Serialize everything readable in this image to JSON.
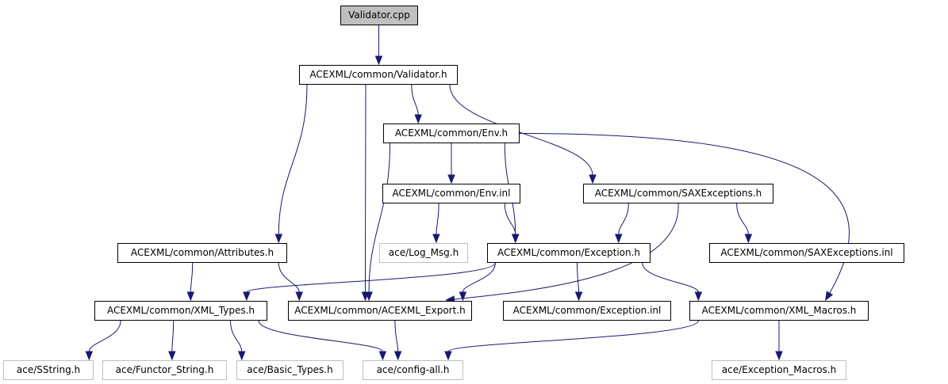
{
  "graph": {
    "nodes": [
      {
        "id": "validator_cpp",
        "label": "Validator.cpp",
        "kind": "root"
      },
      {
        "id": "validator_h",
        "label": "ACEXML/common/Validator.h",
        "kind": "file"
      },
      {
        "id": "env_h",
        "label": "ACEXML/common/Env.h",
        "kind": "file"
      },
      {
        "id": "env_inl",
        "label": "ACEXML/common/Env.inl",
        "kind": "file"
      },
      {
        "id": "saxexceptions_h",
        "label": "ACEXML/common/SAXExceptions.h",
        "kind": "file"
      },
      {
        "id": "attributes_h",
        "label": "ACEXML/common/Attributes.h",
        "kind": "file"
      },
      {
        "id": "log_msg_h",
        "label": "ace/Log_Msg.h",
        "kind": "external"
      },
      {
        "id": "exception_h",
        "label": "ACEXML/common/Exception.h",
        "kind": "file"
      },
      {
        "id": "saxexceptions_inl",
        "label": "ACEXML/common/SAXExceptions.inl",
        "kind": "file"
      },
      {
        "id": "xml_types_h",
        "label": "ACEXML/common/XML_Types.h",
        "kind": "file"
      },
      {
        "id": "acexml_export_h",
        "label": "ACEXML/common/ACEXML_Export.h",
        "kind": "file"
      },
      {
        "id": "exception_inl",
        "label": "ACEXML/common/Exception.inl",
        "kind": "file"
      },
      {
        "id": "xml_macros_h",
        "label": "ACEXML/common/XML_Macros.h",
        "kind": "file"
      },
      {
        "id": "sstring_h",
        "label": "ace/SString.h",
        "kind": "external"
      },
      {
        "id": "functor_string_h",
        "label": "ace/Functor_String.h",
        "kind": "external"
      },
      {
        "id": "basic_types_h",
        "label": "ace/Basic_Types.h",
        "kind": "external"
      },
      {
        "id": "config_all_h",
        "label": "ace/config-all.h",
        "kind": "external"
      },
      {
        "id": "exception_macros_h",
        "label": "ace/Exception_Macros.h",
        "kind": "external"
      }
    ],
    "edges": [
      [
        "validator_cpp",
        "validator_h"
      ],
      [
        "validator_h",
        "env_h"
      ],
      [
        "validator_h",
        "saxexceptions_h"
      ],
      [
        "validator_h",
        "attributes_h"
      ],
      [
        "validator_h",
        "acexml_export_h"
      ],
      [
        "env_h",
        "env_inl"
      ],
      [
        "env_h",
        "exception_h"
      ],
      [
        "env_h",
        "acexml_export_h"
      ],
      [
        "env_h",
        "xml_macros_h"
      ],
      [
        "env_inl",
        "log_msg_h"
      ],
      [
        "env_inl",
        "exception_h"
      ],
      [
        "saxexceptions_h",
        "exception_h"
      ],
      [
        "saxexceptions_h",
        "saxexceptions_inl"
      ],
      [
        "saxexceptions_h",
        "acexml_export_h"
      ],
      [
        "attributes_h",
        "xml_types_h"
      ],
      [
        "attributes_h",
        "acexml_export_h"
      ],
      [
        "exception_h",
        "xml_types_h"
      ],
      [
        "exception_h",
        "acexml_export_h"
      ],
      [
        "exception_h",
        "exception_inl"
      ],
      [
        "exception_h",
        "xml_macros_h"
      ],
      [
        "xml_types_h",
        "sstring_h"
      ],
      [
        "xml_types_h",
        "functor_string_h"
      ],
      [
        "xml_types_h",
        "basic_types_h"
      ],
      [
        "xml_types_h",
        "config_all_h"
      ],
      [
        "acexml_export_h",
        "config_all_h"
      ],
      [
        "xml_macros_h",
        "config_all_h"
      ],
      [
        "xml_macros_h",
        "exception_macros_h"
      ]
    ],
    "colors": {
      "edge": "#191970",
      "root_fill": "#bfbfbf",
      "node_border": "#000000",
      "external_border": "#bfbfbf"
    }
  }
}
